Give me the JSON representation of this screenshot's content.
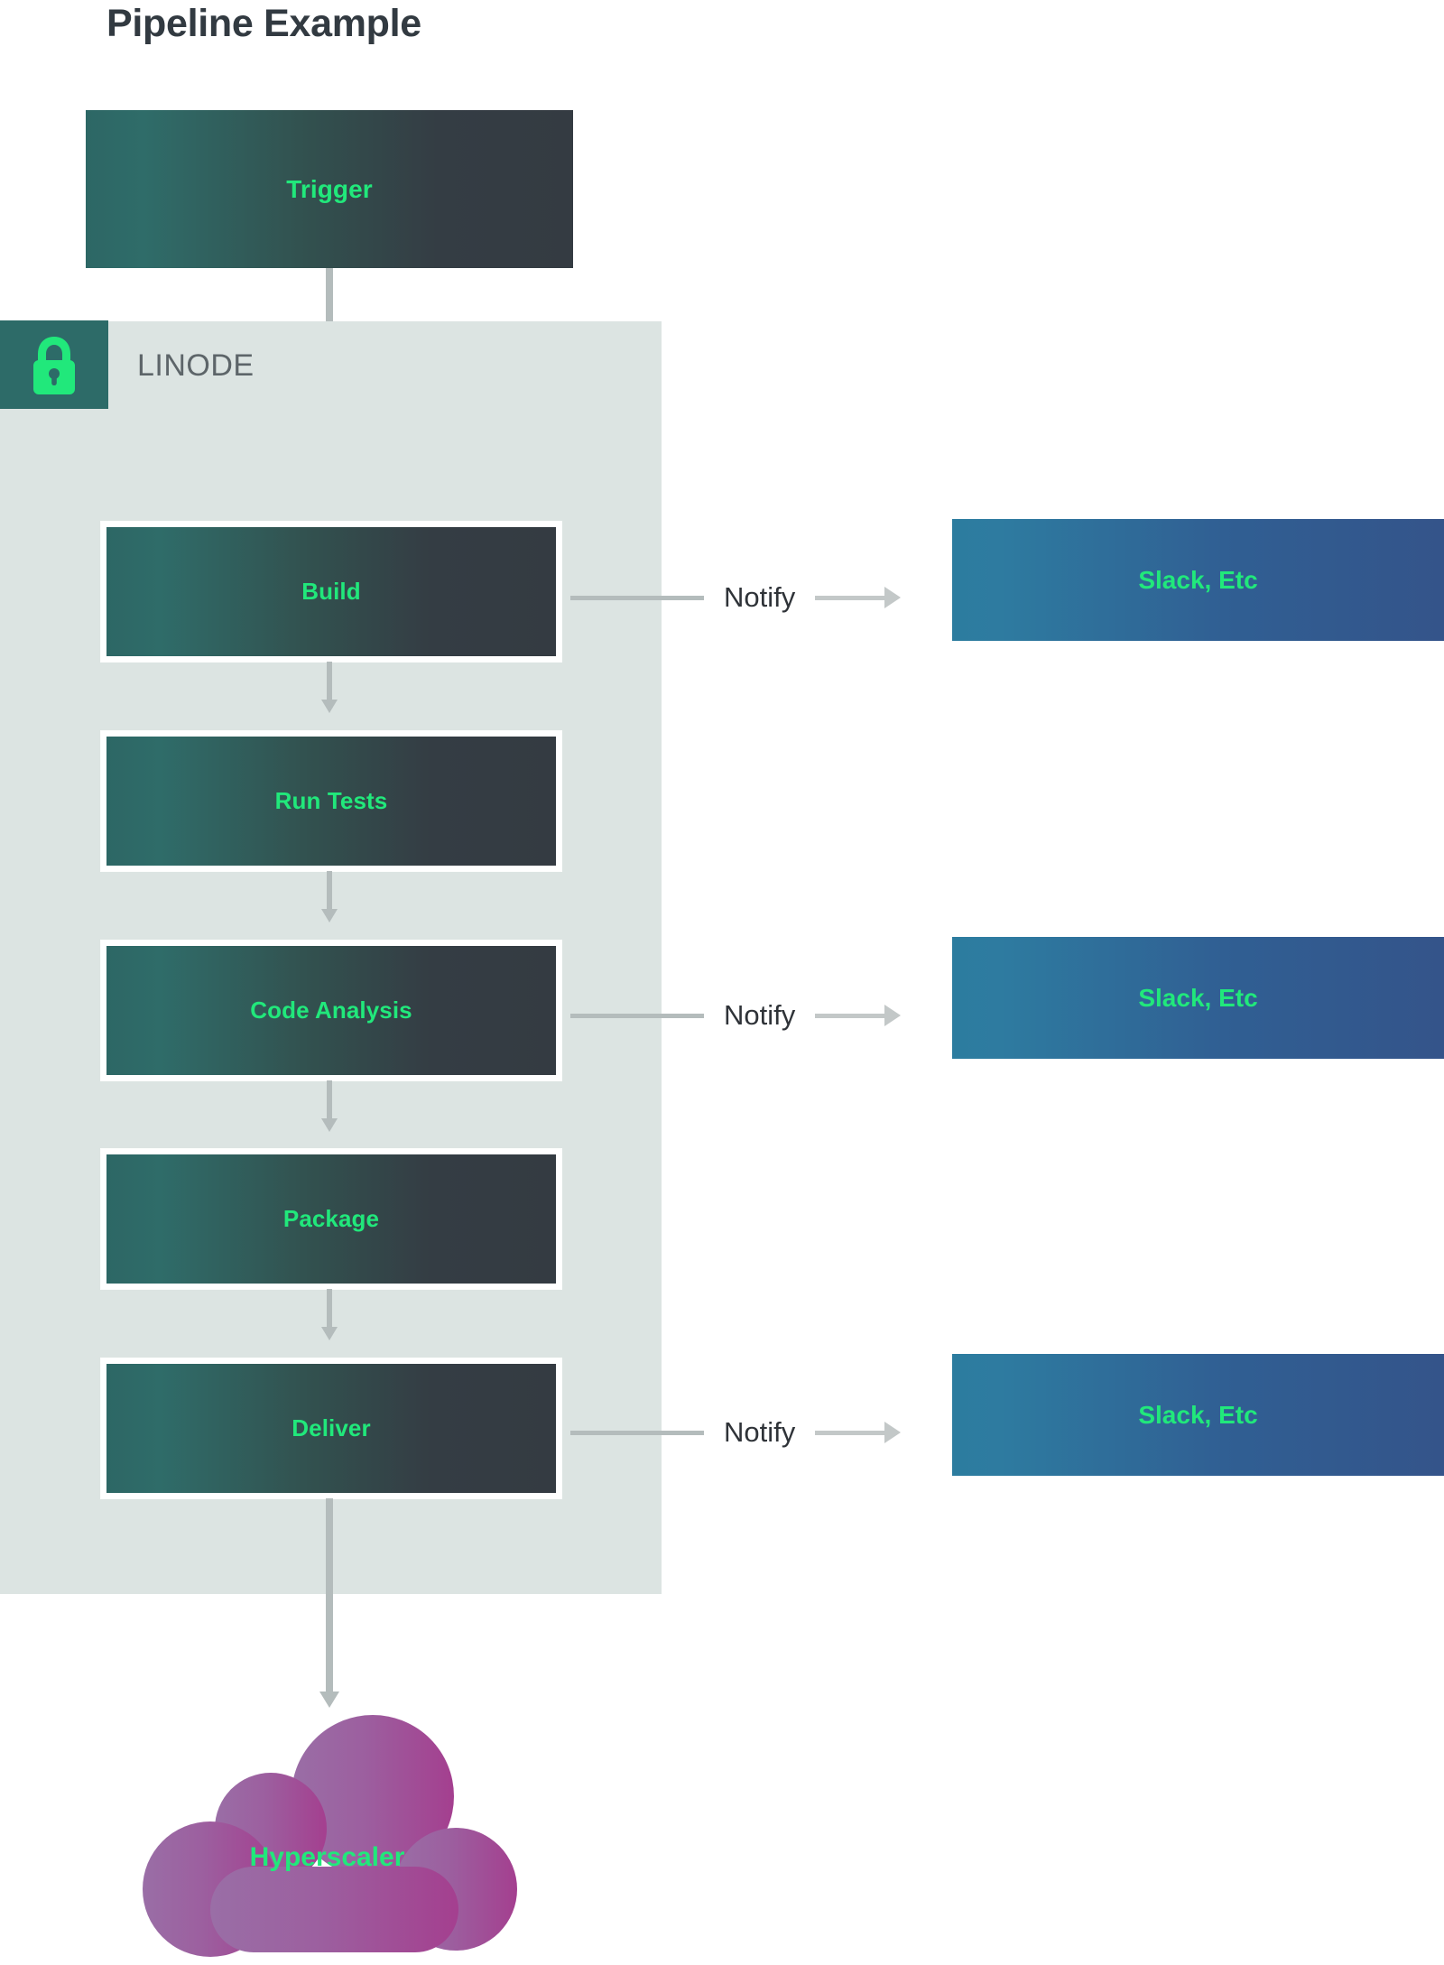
{
  "title": "Pipeline Example",
  "zone": {
    "label": "LINODE",
    "badge_icon": "lock-icon"
  },
  "stages": [
    {
      "id": "trigger",
      "label": "Trigger"
    },
    {
      "id": "build",
      "label": "Build"
    },
    {
      "id": "run-tests",
      "label": "Run Tests"
    },
    {
      "id": "code-analysis",
      "label": "Code Analysis"
    },
    {
      "id": "package",
      "label": "Package"
    },
    {
      "id": "deliver",
      "label": "Deliver"
    }
  ],
  "notifications": [
    {
      "from": "build",
      "edge_label": "Notify",
      "target_label": "Slack, Etc"
    },
    {
      "from": "code-analysis",
      "edge_label": "Notify",
      "target_label": "Slack, Etc"
    },
    {
      "from": "deliver",
      "edge_label": "Notify",
      "target_label": "Slack, Etc"
    }
  ],
  "cloud": {
    "label": "Hyperscaler"
  },
  "colors": {
    "accent_green": "#21e87b",
    "stage_gradient_start": "#2d6765",
    "stage_gradient_end": "#343b42",
    "notify_gradient_start": "#2c7c9f",
    "notify_gradient_end": "#34548a",
    "zone_background": "#dce4e2",
    "badge_background": "#2d6b68",
    "arrow_gray": "#b4bcbc",
    "title_color": "#323a41",
    "zone_label_color": "#5d6569",
    "cloud_gradient_start": "#9c6ba1",
    "cloud_gradient_end": "#a4418f"
  }
}
